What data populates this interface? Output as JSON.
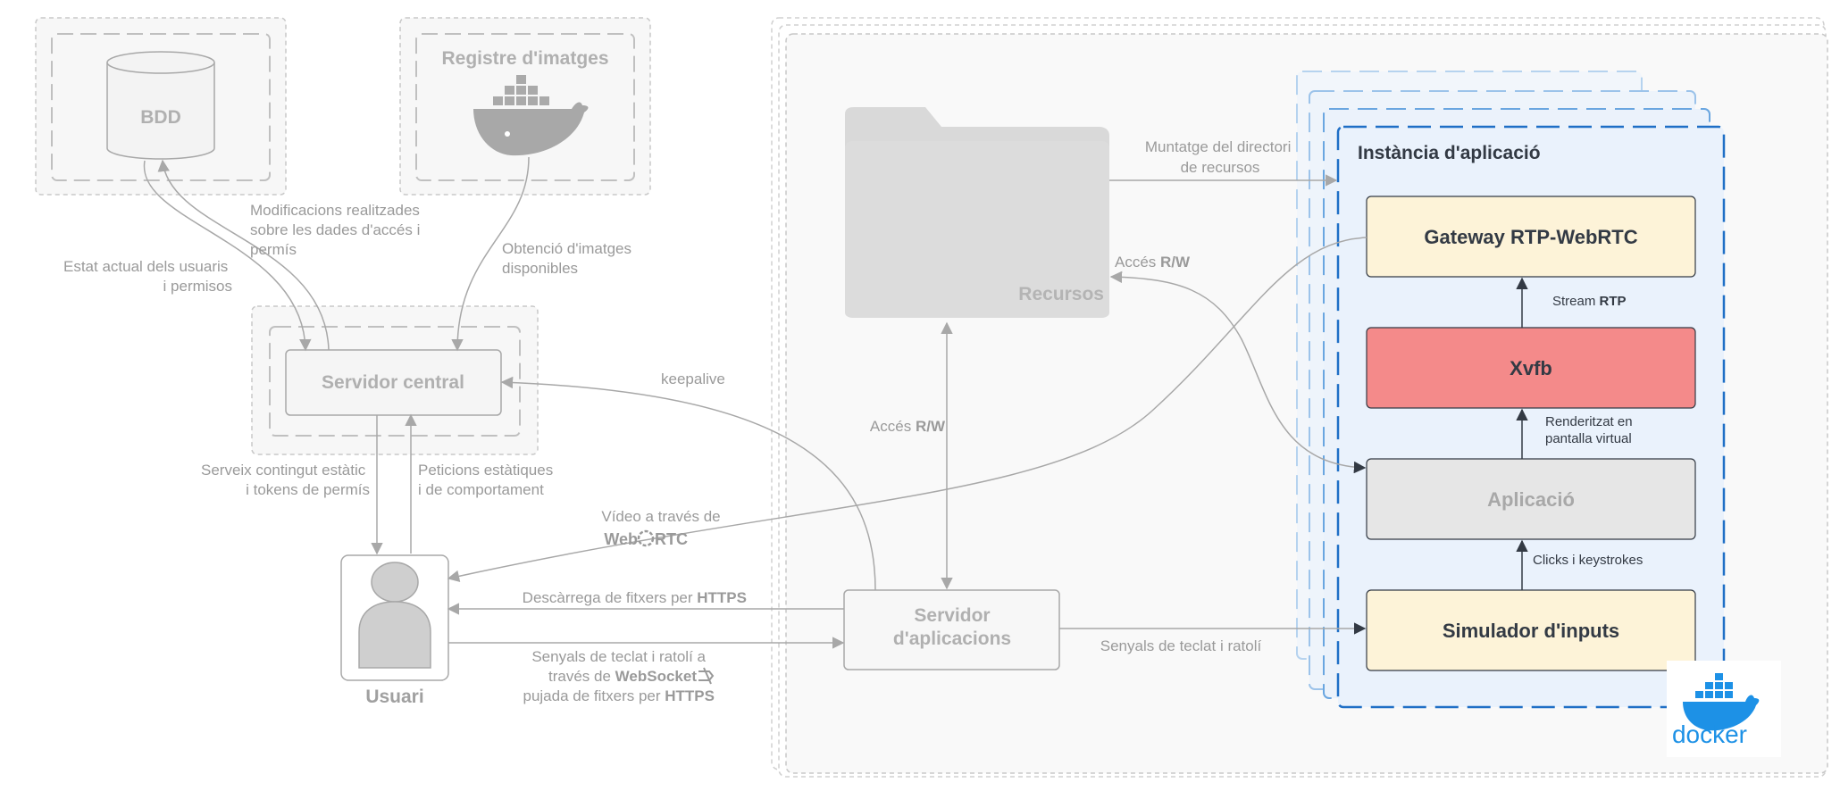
{
  "nodes": {
    "bdd": "BDD",
    "registry": "Registre d'imatges",
    "central_server": "Servidor central",
    "user": "Usuari",
    "resources": "Recursos",
    "app_server_line1": "Servidor",
    "app_server_line2": "d'aplicacions",
    "app_instance": "Instància d'aplicació",
    "gateway": "Gateway RTP-WebRTC",
    "xvfb": "Xvfb",
    "application": "Aplicació",
    "input_sim": "Simulador d'inputs",
    "docker_logo": "docker"
  },
  "edges": {
    "modifications": [
      "Modificacions realitzades",
      "sobre les dades d'accés i",
      "permís"
    ],
    "current_state": [
      "Estat actual dels usuaris",
      "i permisos"
    ],
    "image_fetch": [
      "Obtenció d'imatges",
      "disponibles"
    ],
    "static_content": [
      "Serveix contingut estàtic",
      "i tokens de permís"
    ],
    "static_requests": [
      "Peticions estàtiques",
      "i de comportament"
    ],
    "keepalive": "keepalive",
    "video_line1": "Vídeo a través de",
    "video_web": "Web",
    "video_rtc": "RTC",
    "download_prefix": "Descàrrega de fitxers per ",
    "download_bold": "HTTPS",
    "keys_line1": "Senyals de teclat i ratolí a",
    "keys_line2_prefix": "través de ",
    "keys_line2_bold": "WebSocket",
    "keys_line3_prefix": "pujada de fitxers per ",
    "keys_line3_bold": "HTTPS",
    "resources_rw_prefix": "Accés ",
    "resources_rw_bold": "R/W",
    "app_rw_prefix": "Accés ",
    "app_rw_bold": "R/W",
    "mount": [
      "Muntatge del directori",
      "de recursos"
    ],
    "keys_to_sim": "Senyals de teclat i ratolí",
    "stream_prefix": "Stream ",
    "stream_bold": "RTP",
    "render": [
      "Renderitzat en",
      "pantalla virtual"
    ],
    "clicks": "Clicks i keystrokes"
  },
  "colors": {
    "muted_line": "#a8a8a8",
    "muted_text": "#9a9a9a",
    "dark_text": "#333a44",
    "instance_border": "#1f6fc6",
    "instance_fill": "#eaf2fc",
    "gateway_fill": "#fdf3d8",
    "xvfb_fill": "#f48a8a",
    "app_fill": "#e6e6e6",
    "docker_blue": "#1d91e6"
  }
}
